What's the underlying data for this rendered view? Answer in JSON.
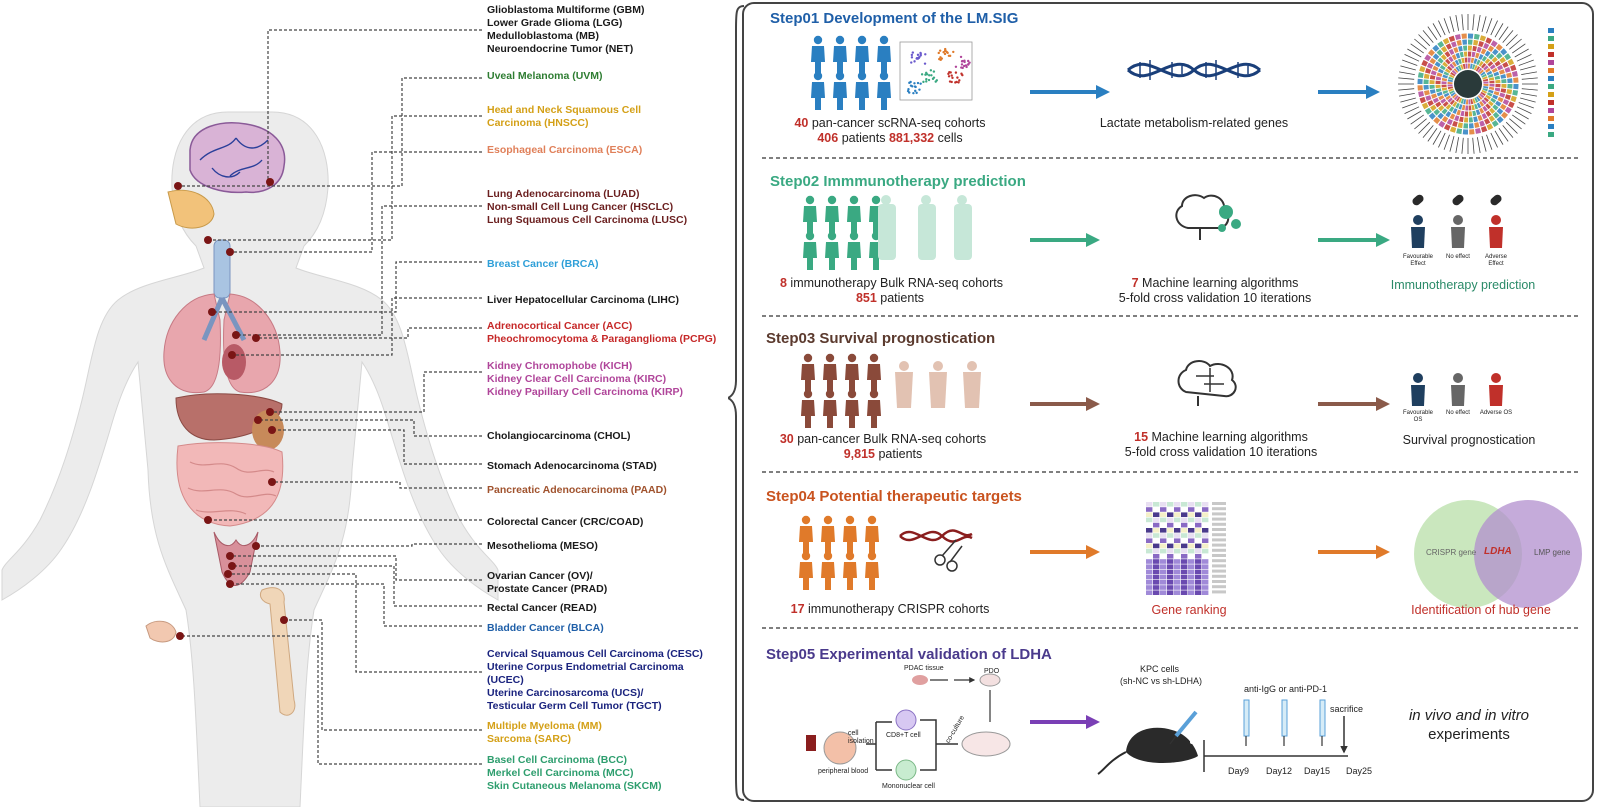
{
  "cancers": [
    {
      "lines": [
        "Glioblastoma Multiforme (GBM)",
        "Lower Grade Glioma (LGG)",
        "Medulloblastoma (MB)",
        "Neuroendocrine Tumor (NET)"
      ],
      "color": "#1a1a1a"
    },
    {
      "lines": [
        "Uveal Melanoma (UVM)"
      ],
      "color": "#2e7d32"
    },
    {
      "lines": [
        "Head and Neck Squamous Cell",
        "Carcinoma (HNSCC)"
      ],
      "color": "#d4a017"
    },
    {
      "lines": [
        "Esophageal Carcinoma (ESCA)"
      ],
      "color": "#e0805a"
    },
    {
      "lines": [
        "Lung Adenocarcinoma (LUAD)",
        "Non-small Cell Lung Cancer (HSCLC)",
        "Lung Squamous Cell Carcinoma (LUSC)"
      ],
      "color": "#6b1f1f"
    },
    {
      "lines": [
        "Breast Cancer (BRCA)"
      ],
      "color": "#2e9fd8"
    },
    {
      "lines": [
        "Liver Hepatocellular Carcinoma (LIHC)"
      ],
      "color": "#1a1a1a"
    },
    {
      "lines": [
        "Adrenocortical Cancer (ACC)",
        "Pheochromocytoma & Paraganglioma (PCPG)"
      ],
      "color": "#c62828"
    },
    {
      "lines": [
        "Kidney Chromophobe (KICH)",
        "Kidney Clear Cell Carcinoma (KIRC)",
        "Kidney Papillary Cell Carcinoma (KIRP)"
      ],
      "color": "#b0459a"
    },
    {
      "lines": [
        "Cholangiocarcinoma (CHOL)"
      ],
      "color": "#1a1a1a"
    },
    {
      "lines": [
        "Stomach Adenocarcinoma (STAD)"
      ],
      "color": "#1a1a1a"
    },
    {
      "lines": [
        "Pancreatic Adenocarcinoma (PAAD)"
      ],
      "color": "#a0522d"
    },
    {
      "lines": [
        "Colorectal Cancer (CRC/COAD)"
      ],
      "color": "#1a1a1a"
    },
    {
      "lines": [
        "Mesothelioma (MESO)"
      ],
      "color": "#1a1a1a"
    },
    {
      "lines": [
        "Ovarian Cancer (OV)/",
        "Prostate Cancer (PRAD)"
      ],
      "color": "#1a1a1a"
    },
    {
      "lines": [
        "Rectal Cancer (READ)"
      ],
      "color": "#1a1a1a"
    },
    {
      "lines": [
        "Bladder Cancer (BLCA)"
      ],
      "color": "#1f5fa8"
    },
    {
      "lines": [
        "Cervical Squamous Cell Carcinoma (CESC)",
        "Uterine Corpus Endometrial Carcinoma",
        "(UCEC)",
        "Uterine Carcinosarcoma (UCS)/",
        "Testicular Germ Cell Tumor (TGCT)"
      ],
      "color": "#1a237e"
    },
    {
      "lines": [
        "Multiple Myeloma (MM)",
        "Sarcoma (SARC)"
      ],
      "color": "#d4a017"
    },
    {
      "lines": [
        "Basel Cell Carcinoma (BCC)",
        "Merkel Cell Carcinoma (MCC)",
        "Skin Cutaneous Melanoma (SKCM)"
      ],
      "color": "#2e9e6e"
    }
  ],
  "steps": [
    {
      "title": "Step01 Development of the LM.SIG",
      "color": "#1f5fa8",
      "left_caption": {
        "l1_num": "40",
        "l1_text": " pan-cancer scRNA-seq cohorts",
        "l2_num": "406",
        "l2_text": " patients ",
        "l2_num2": "881,332",
        "l2_text2": " cells"
      },
      "mid_caption": "Lactate metabolism-related genes"
    },
    {
      "title": "Step02 Immmunotherapy prediction",
      "color": "#3aa982",
      "left_caption": {
        "l1_num": "8",
        "l1_text": " immunotherapy Bulk RNA-seq cohorts",
        "l2_num": "851",
        "l2_text": " patients"
      },
      "mid_caption": {
        "l1_num": "7",
        "l1_text": " Machine learning algorithms",
        "l2": "5-fold cross validation 10 iterations"
      },
      "right_caption": "Immunotherapy prediction",
      "fig_labels": [
        "Favourable Effect",
        "No effect",
        "Adverse Effect"
      ]
    },
    {
      "title": "Step03 Survival prognostication",
      "color": "#5b3a2e",
      "left_caption": {
        "l1_num": "30",
        "l1_text": " pan-cancer Bulk RNA-seq cohorts",
        "l2_num": "9,815",
        "l2_text": " patients"
      },
      "mid_caption": {
        "l1_num": "15",
        "l1_text": " Machine learning algorithms",
        "l2": "5-fold cross validation 10 iterations"
      },
      "right_caption": "Survival prognostication",
      "fig_labels": [
        "Favourable OS",
        "No effect",
        "Adverse OS"
      ]
    },
    {
      "title": "Step04 Potential therapeutic targets",
      "color": "#c9531f",
      "left_caption": {
        "l1_num": "17",
        "l1_text": " immunotherapy CRISPR cohorts"
      },
      "mid_caption": "Gene ranking",
      "right_caption": "Identification of hub gene",
      "venn": {
        "left": "CRISPR gene",
        "center": "LDHA",
        "right": "LMP gene"
      }
    },
    {
      "title": "Step05 Experimental validation of LDHA",
      "color": "#4a3a8c",
      "labels": {
        "pdac": "PDAC tissue",
        "pdo": "PDO",
        "cell_isolation": "cell isolation",
        "cd8": "CD8+T cell",
        "mono": "Mononuclear cell",
        "peripheral": "peripheral blood",
        "coculture": "co-culture",
        "kpc": "KPC cells",
        "kpc2": "(sh-NC vs sh-LDHA)",
        "anti": "anti-IgG or anti-PD-1",
        "sacrifice": "sacrifice",
        "days": [
          "Day9",
          "Day12",
          "Day15",
          "Day25"
        ],
        "final": "in vivo and in vitro",
        "final2": "experiments"
      }
    }
  ],
  "colors": {
    "blue": "#2a7fc1",
    "green": "#3aa982",
    "brown": "#8a5a4a",
    "orange": "#e07a2a",
    "purple": "#7a3fb5",
    "red": "#c0302a"
  }
}
